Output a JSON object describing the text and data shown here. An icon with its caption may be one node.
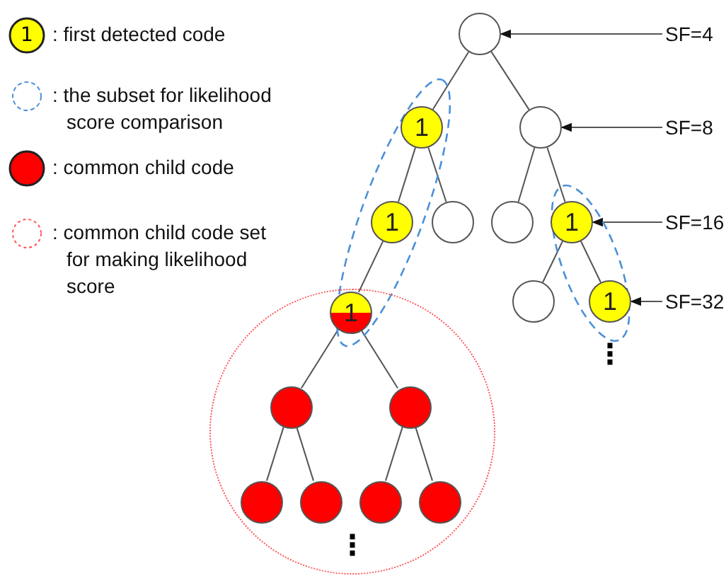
{
  "diagram": {
    "nodes": [
      {
        "text": [],
        "shape": "circle"
      },
      {
        "text": [
          "SF=4"
        ]
      },
      {
        "text": [],
        "shape": "ellipse"
      },
      {
        "text": [
          "1"
        ],
        "in": 2
      },
      {
        "text": [],
        "shape": "circle"
      },
      {
        "text": [
          "SF=8"
        ]
      },
      {
        "text": [
          "1"
        ],
        "in": 2
      },
      {
        "text": [],
        "shape": "circle"
      },
      {
        "text": [],
        "shape": "circle"
      },
      {
        "text": [],
        "shape": "ellipse"
      },
      {
        "text": [
          "1"
        ],
        "in": 9
      },
      {
        "text": [
          "SF=16"
        ]
      },
      {
        "text": [],
        "shape": "circle"
      },
      {
        "text": [
          "1"
        ],
        "in": 12
      },
      {
        "text": [],
        "shape": "circle"
      },
      {
        "text": [
          "1"
        ],
        "in": 9
      },
      {
        "text": [
          "SF=32"
        ]
      },
      {
        "text": [],
        "shape": "circle",
        "in": 12
      },
      {
        "text": [],
        "shape": "circle",
        "in": 12
      },
      {
        "text": [],
        "shape": "circle",
        "in": 12
      },
      {
        "text": [],
        "shape": "circle",
        "in": 12
      },
      {
        "text": [],
        "shape": "circle",
        "in": 12
      },
      {
        "text": [],
        "shape": "circle",
        "in": 12
      }
    ],
    "edges": [
      {
        "from": 0,
        "to": 3,
        "arrow": "none"
      },
      {
        "from": 0,
        "to": 4,
        "arrow": "none"
      },
      {
        "from": 3,
        "to": 6,
        "arrow": "none"
      },
      {
        "from": 3,
        "to": 7,
        "arrow": "none"
      },
      {
        "from": 4,
        "to": 8,
        "arrow": "none"
      },
      {
        "from": 4,
        "to": 10,
        "arrow": "none"
      },
      {
        "from": 6,
        "to": 13,
        "arrow": "none"
      },
      {
        "from": 10,
        "to": 14,
        "arrow": "none"
      },
      {
        "from": 10,
        "to": 15,
        "arrow": "none"
      },
      {
        "from": 13,
        "to": 17,
        "arrow": "none"
      },
      {
        "from": 13,
        "to": 18,
        "arrow": "none"
      },
      {
        "from": 17,
        "to": 19,
        "arrow": "none"
      },
      {
        "from": 17,
        "to": 20,
        "arrow": "none"
      },
      {
        "from": 18,
        "to": 21,
        "arrow": "none"
      },
      {
        "from": 18,
        "to": 22,
        "arrow": "none"
      },
      {
        "from": 1,
        "to": 0,
        "arrow": "to"
      },
      {
        "from": 5,
        "to": 4,
        "arrow": "to"
      },
      {
        "from": 11,
        "to": 10,
        "arrow": "to"
      },
      {
        "from": 16,
        "to": 15,
        "arrow": "to"
      }
    ],
    "labels": [
      "1",
      "⋮",
      "⋮"
    ],
    "legend": [
      {
        "text": ": first detected code"
      },
      {
        "text": ": the subset for likelihood score comparison"
      },
      {
        "text": ": common child code"
      },
      {
        "text": ": common child code set for making likelihood score"
      }
    ]
  }
}
